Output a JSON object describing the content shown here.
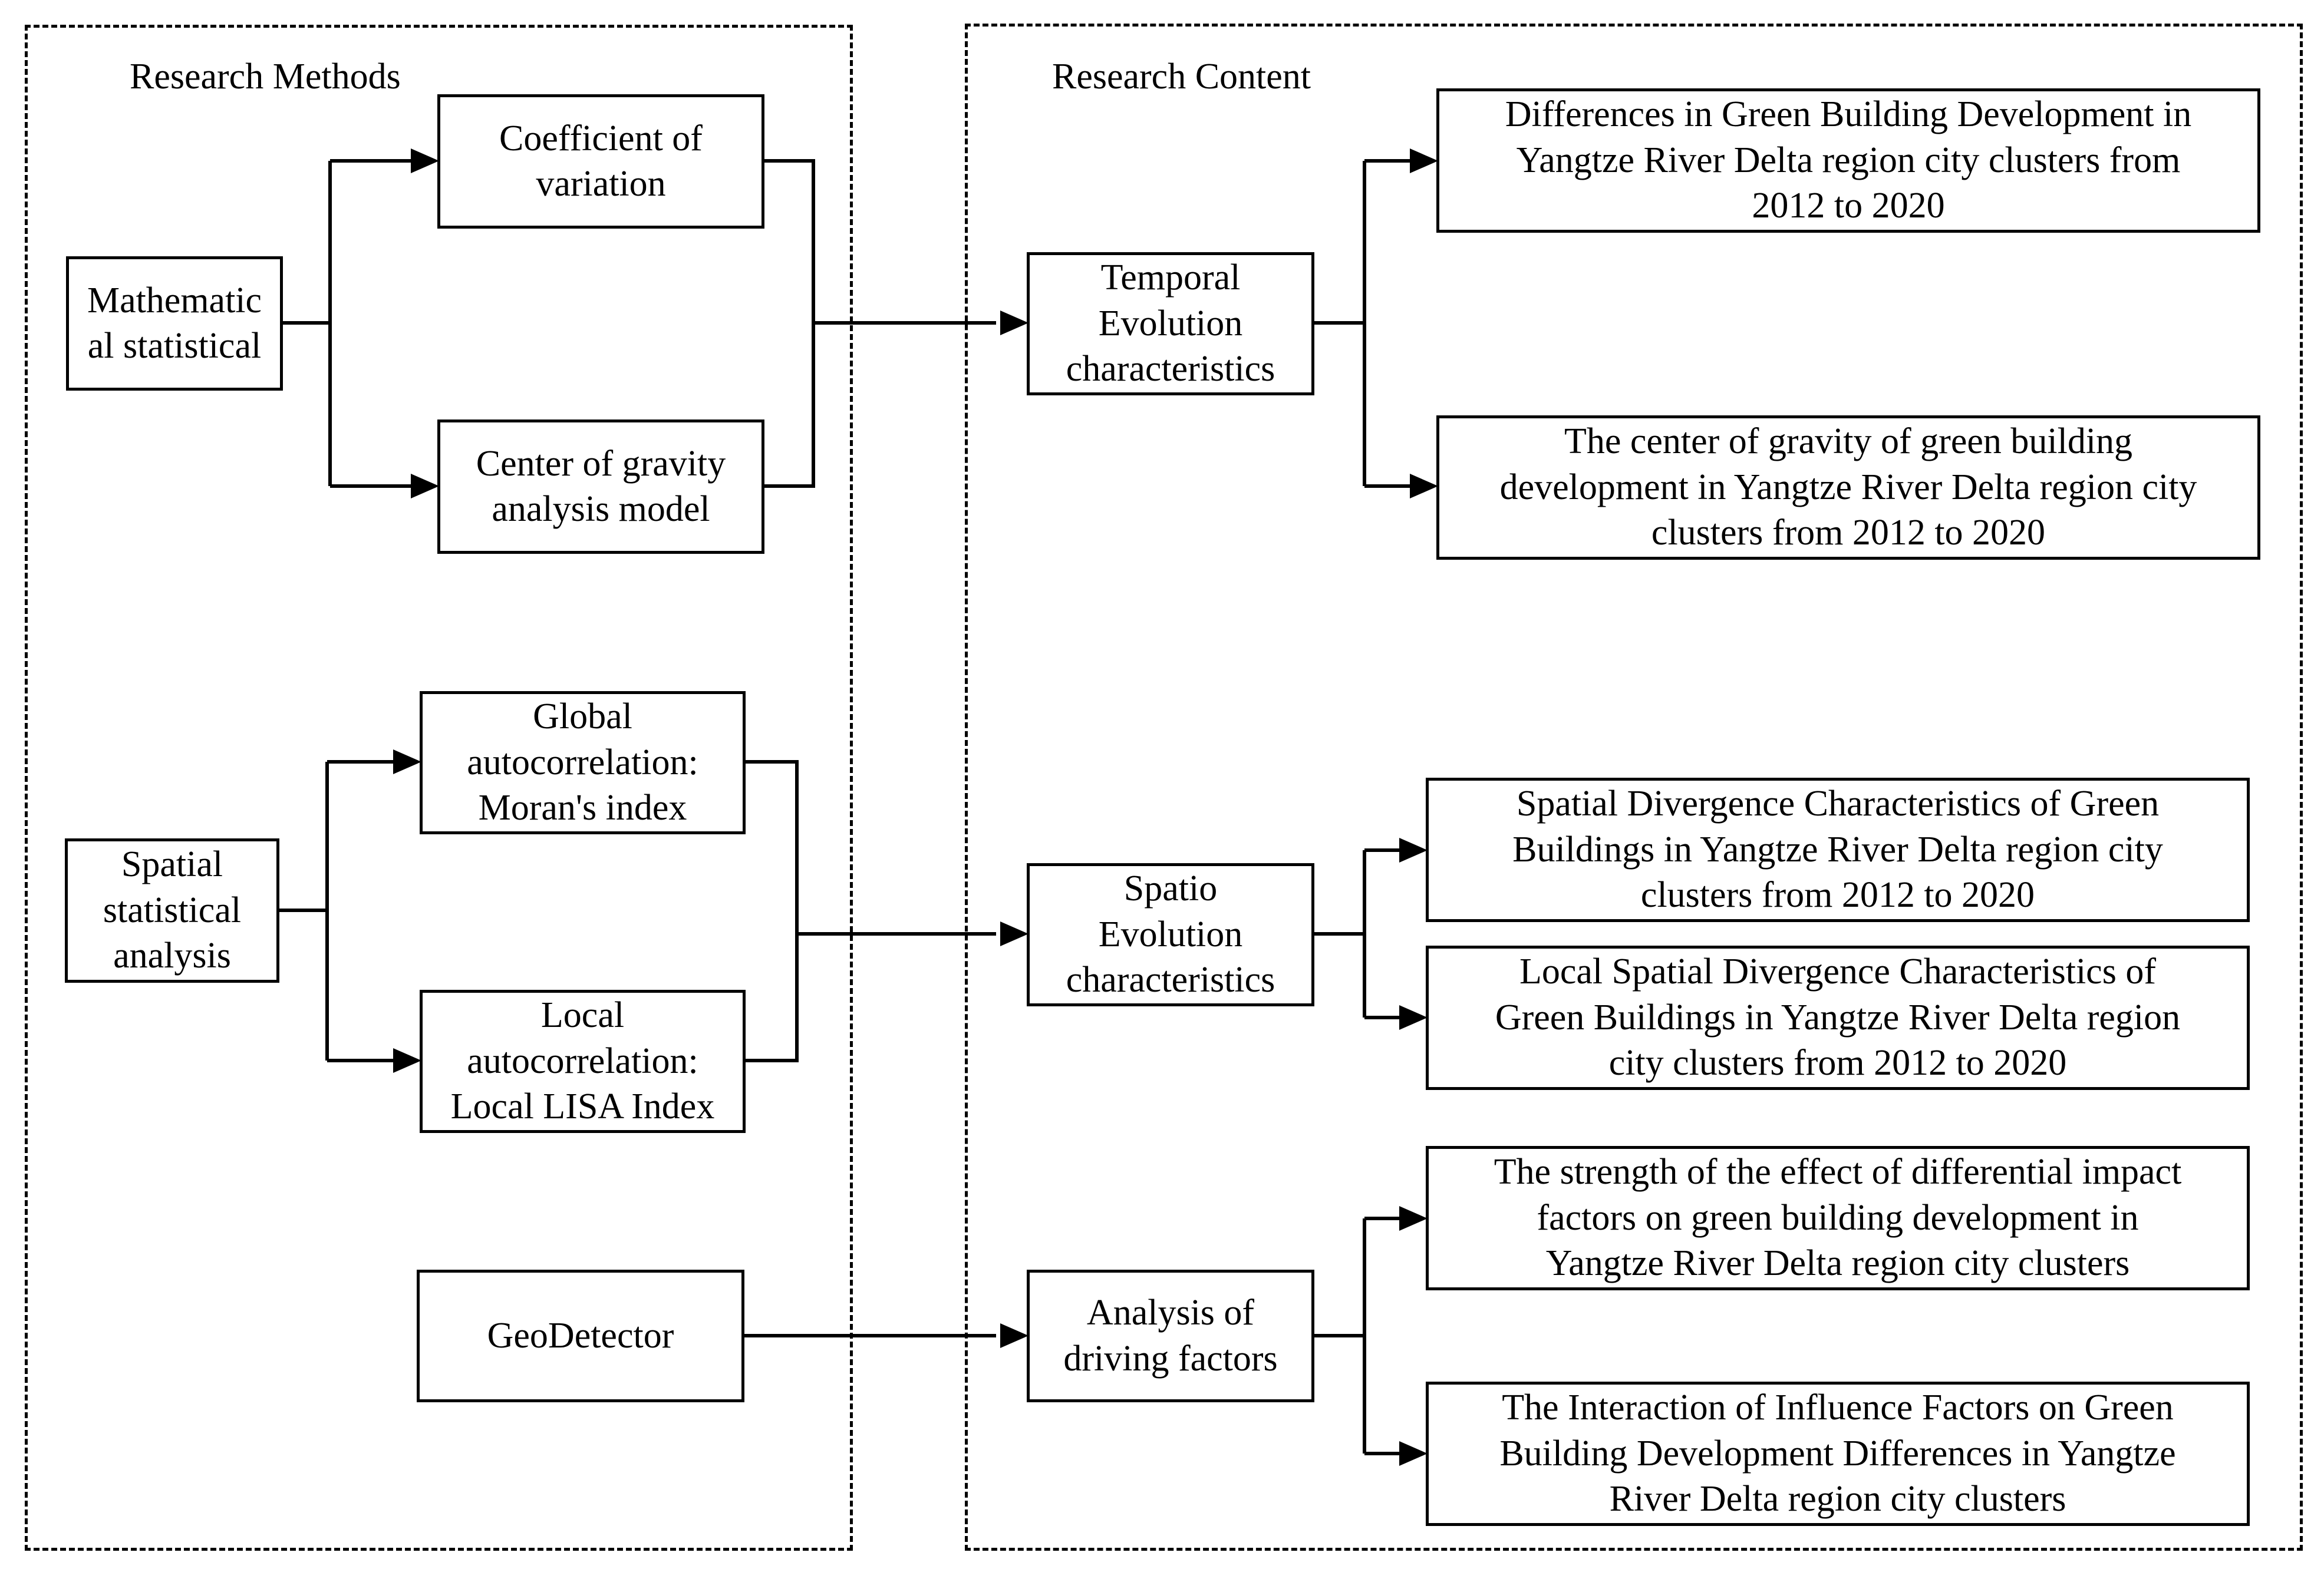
{
  "panels": {
    "methods_title": "Research Methods",
    "content_title": "Research Content"
  },
  "methods": {
    "mathematical": "Mathematic\nal statistical",
    "coefficient": "Coefficient of\nvariation",
    "gravity_model": "Center of gravity\nanalysis model",
    "spatial": "Spatial\nstatistical\nanalysis",
    "global_auto": "Global\nautocorrelation:\nMoran's index",
    "local_auto": "Local\nautocorrelation:\nLocal LISA Index",
    "geodetector": "GeoDetector"
  },
  "content": {
    "temporal": "Temporal\nEvolution\ncharacteristics",
    "spatio": "Spatio\nEvolution\ncharacteristics",
    "driving": "Analysis of\ndriving factors"
  },
  "outcomes": {
    "differences": "Differences in Green Building Development in\nYangtze River Delta region city clusters from\n2012 to 2020",
    "center_gravity": "The center of gravity of green building\ndevelopment in Yangtze River Delta region city\nclusters from 2012 to 2020",
    "spatial_divergence": "Spatial Divergence Characteristics of Green\nBuildings in Yangtze River Delta region city\nclusters from 2012 to 2020",
    "local_divergence": "Local Spatial Divergence Characteristics of\nGreen Buildings in Yangtze River Delta region\ncity clusters from 2012 to 2020",
    "strength_effect": "The strength of the effect of differential impact\nfactors on green building development in\nYangtze River Delta region city clusters",
    "interaction": "The Interaction of Influence Factors on Green\nBuilding Development Differences in Yangtze\nRiver Delta region city clusters"
  }
}
